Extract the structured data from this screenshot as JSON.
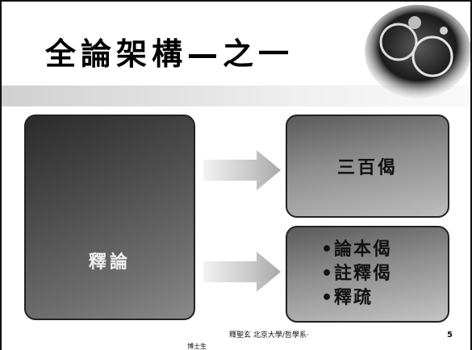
{
  "slide": {
    "title": "全論架構—之一",
    "root_box": {
      "label": "釋論"
    },
    "top_box": {
      "label": "三百偈"
    },
    "bottom_box": {
      "items": [
        {
          "bullet": "•",
          "label": "論本偈"
        },
        {
          "bullet": "•",
          "label": "註釋偈"
        },
        {
          "bullet": "•",
          "label": "釋疏"
        }
      ]
    },
    "footer": {
      "author": "釋聖玄  北京大學/哲學系·",
      "author_sub": "博士生",
      "page_number": "5"
    }
  }
}
